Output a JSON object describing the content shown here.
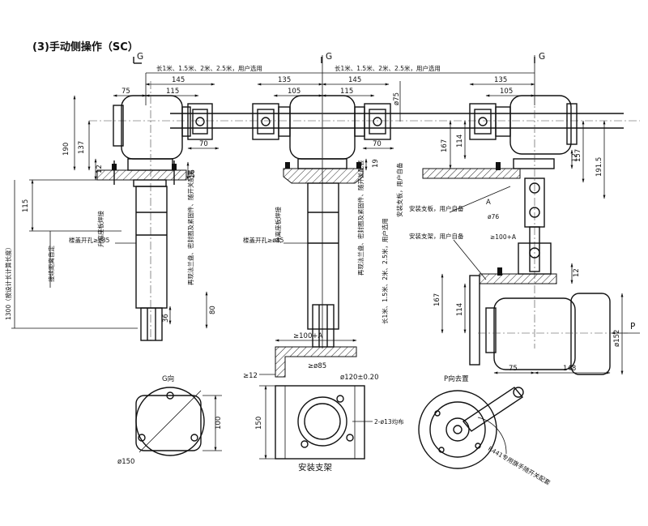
{
  "title": "(3)手动侧操作（SC）",
  "section_mark": "G",
  "length_note": "长1米、1.5米、2米、2.5米，用户选用",
  "dims": {
    "d75": "75",
    "d145a": "145",
    "d115": "115",
    "d135a": "135",
    "d105a": "105",
    "d145b": "145",
    "d115b": "115",
    "d135b": "135",
    "d105b": "105",
    "d70a": "70",
    "d70b": "70",
    "phi75": "ø75",
    "phi76": "ø76",
    "d190": "190",
    "d137": "137",
    "d115v": "115",
    "d12": "12",
    "d16": "16",
    "d19": "19",
    "d167a": "167",
    "d114a": "114",
    "d157": "157",
    "d191": "191.5",
    "d12b": "12",
    "d167b": "167",
    "d114b": "114",
    "d80": "80",
    "d36": "36",
    "d1300": "1300（按设计长计算长度）",
    "phi152": "ø152",
    "d75b": "75",
    "d148": "148",
    "d100A": "≥100+A",
    "d100A2": "≥100+A",
    "d12c": "≥12",
    "phi85": "≥ø85",
    "phi120": "ø120±0.20",
    "holes": "2-ø13均布",
    "d150": "150",
    "d100": "100",
    "phi150": "ø150"
  },
  "labels": {
    "hole_note_left": "楼盖开孔≥ø85",
    "hole_note_mid": "楼盖开孔≥ø85",
    "seal_note_left": "升离座板焊接",
    "seal_note_mid": "升离座板焊接",
    "flange_note_left": "再现法兰盘、密封圈及紧固件、随开关配套",
    "flange_note_mid": "再现法兰盘、密封圈及紧固件、随开关配套",
    "floor_note": "接续距离自定",
    "bracket_note1": "安装支板，用户自备",
    "bracket_note2": "安装支架，用户自备",
    "len_vertical": "长1米、1.5米、2米、2.5米，用户选用",
    "view_g": "G向",
    "bracket_caption": "安装支架",
    "view_p": "P向去置",
    "handle_note": "R441专用旗手随开关配套",
    "p_arrow": "P",
    "a_mark": "A"
  }
}
